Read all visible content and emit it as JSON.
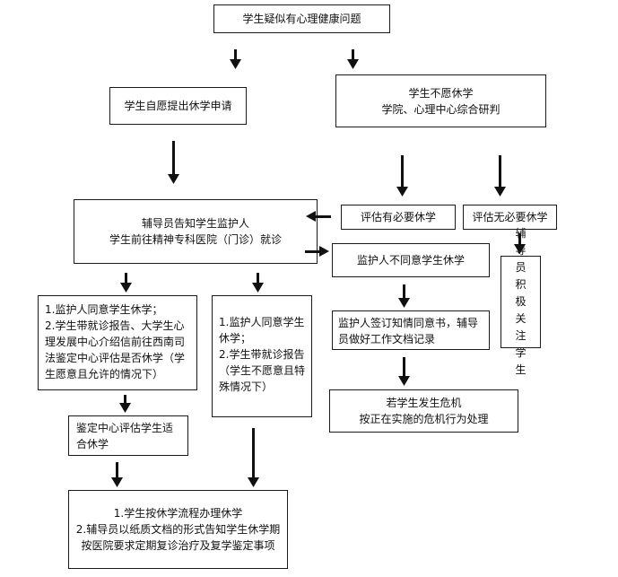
{
  "nodes": {
    "start": {
      "lines": [
        "学生疑似有心理健康问题"
      ]
    },
    "voluntary": {
      "lines": [
        "学生自愿提出休学申请"
      ]
    },
    "unwilling": {
      "lines": [
        "学生不愿休学",
        "学院、心理中心综合研判"
      ]
    },
    "counselor": {
      "lines": [
        "辅导员告知学生监护人",
        "学生前往精神专科医院（门诊）就诊"
      ]
    },
    "need": {
      "lines": [
        "评估有必要休学"
      ]
    },
    "noneed": {
      "lines": [
        "评估无必要休学"
      ]
    },
    "disagree": {
      "lines": [
        "监护人不同意学生休学"
      ]
    },
    "watch": {
      "lines": [
        "辅导员积极关注学生"
      ]
    },
    "agree1": {
      "lines": [
        "1.监护人同意学生休学；",
        "2.学生带就诊报告、大学生心理发展中心介绍信前往西南司法鉴定中心评估是否休学（学生愿意且允许的情况下）"
      ]
    },
    "agree2": {
      "lines": [
        "1.监护人同意学生休学；",
        "2.学生带就诊报告（学生不愿意且特殊情况下）"
      ]
    },
    "consent": {
      "lines": [
        "监护人签订知情同意书，辅导员做好工作文档记录"
      ]
    },
    "crisis": {
      "lines": [
        "若学生发生危机",
        "按正在实施的危机行为处理"
      ]
    },
    "appraisal": {
      "lines": [
        "鉴定中心评估学生适合休学"
      ]
    },
    "final": {
      "lines": [
        "1.学生按休学流程办理休学",
        "2.辅导员以纸质文档的形式告知学生休学期按医院要求定期复诊治疗及复学鉴定事项"
      ]
    }
  }
}
